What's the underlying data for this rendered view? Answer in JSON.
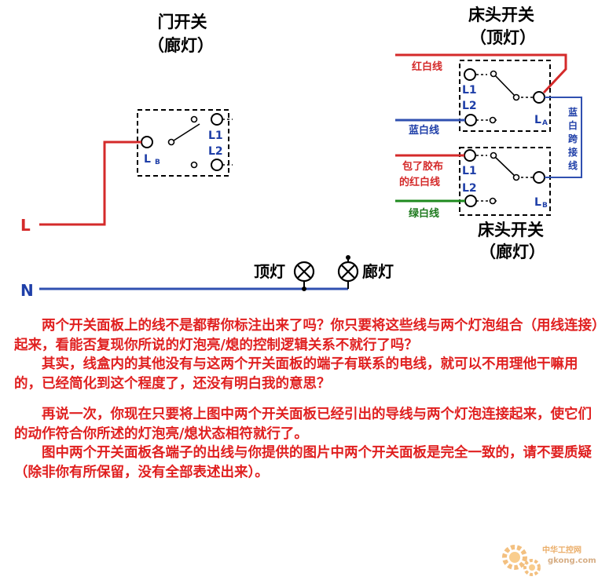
{
  "switch_door": {
    "title": "门开关",
    "subtitle": "（廊灯）",
    "term_l1": "L1",
    "term_l2": "L2",
    "term_common": "L",
    "term_common_sub": "B"
  },
  "switch_bed_top": {
    "title": "床头开关",
    "subtitle": "（顶灯）",
    "term_l1": "L1",
    "term_l2": "L2",
    "term_common": "L",
    "term_common_sub": "A"
  },
  "switch_bed_corridor": {
    "title": "床头开关",
    "subtitle": "（廊灯）",
    "term_l1": "L1",
    "term_l2": "L2",
    "term_common": "L",
    "term_common_sub": "B"
  },
  "wires": {
    "red_white": "红白线",
    "blue_white": "蓝白线",
    "taped_line1": "包了胶布",
    "taped_line2": "的红白线",
    "green_white": "绿白线",
    "bridge": [
      "蓝",
      "白",
      "跨",
      "接",
      "线"
    ]
  },
  "mains": {
    "live": "L",
    "neutral": "N"
  },
  "lamps": {
    "top": "顶灯",
    "corridor": "廊灯"
  },
  "notes": [
    "两个开关面板上的线不是都帮你标注出来了吗？你只要将这些线与两个灯泡组合（用线连接）起来，看能否复现你所说的灯泡亮/熄的控制逻辑关系不就行了吗？",
    "其实，线盒内的其他没有与这两个开关面板的端子有联系的电线，就可以不用理他干嘛用的，已经简化到这个程度了，还没有明白我的意思？",
    "再说一次，你现在只要将上图中两个开关面板已经引出的导线与两个灯泡连接起来，使它们的动作符合你所述的灯泡亮/熄状态相符就行了。",
    "图中两个开关面板各端子的出线与你提供的图片中两个开关面板是完全一致的，请不要质疑（除非你有所保留，没有全部表述出来）。"
  ],
  "watermark": {
    "name": "中华工控网",
    "url": "gkong.com"
  }
}
